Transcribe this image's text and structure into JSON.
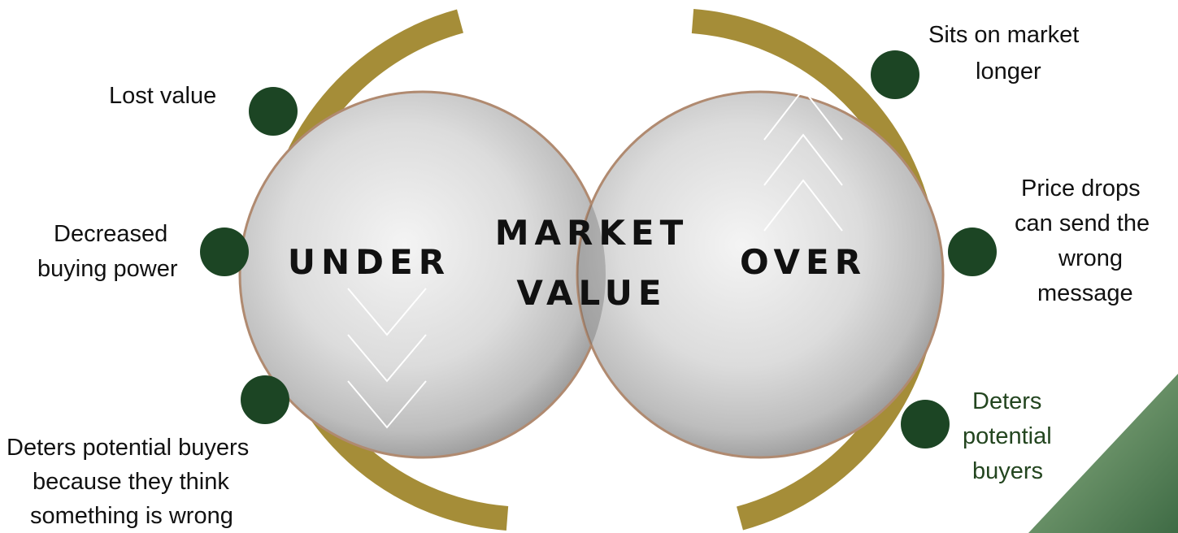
{
  "colors": {
    "arc": "#a58d38",
    "dot": "#1c4524",
    "green_label": "#23451f",
    "corner_accent": "#7a9e75"
  },
  "center": {
    "line1": "MARKET",
    "line2": "VALUE"
  },
  "left": {
    "title": "UNDER",
    "arrow_direction": "down",
    "labels": [
      "Lost value",
      "Decreased",
      "buying power",
      "Deters potential buyers",
      "because they think",
      "something is wrong"
    ]
  },
  "right": {
    "title": "OVER",
    "arrow_direction": "up",
    "labels": [
      "Sits on market",
      "longer",
      "Price drops",
      "can send the",
      "wrong",
      "message",
      "Deters",
      "potential",
      "buyers"
    ]
  }
}
